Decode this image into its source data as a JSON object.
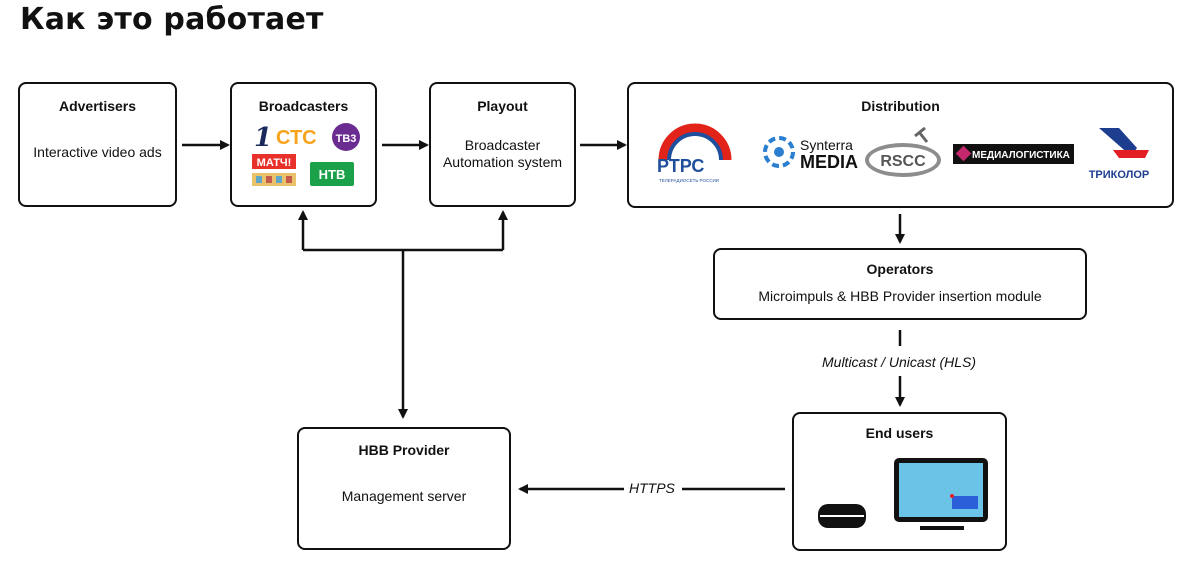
{
  "page": {
    "title": "Как это работает"
  },
  "boxes": {
    "advertisers": {
      "title": "Advertisers",
      "subtitle": "Interactive video ads"
    },
    "broadcasters": {
      "title": "Broadcasters"
    },
    "playout": {
      "title": "Playout",
      "subtitle_line1": "Broadcaster",
      "subtitle_line2": "Automation system"
    },
    "distribution": {
      "title": "Distribution"
    },
    "operators": {
      "title": "Operators",
      "subtitle": "Microimpuls & HBB Provider insertion module"
    },
    "hbb_provider": {
      "title": "HBB Provider",
      "subtitle": "Management server"
    },
    "end_users": {
      "title": "End users"
    }
  },
  "edge_labels": {
    "multicast": "Multicast / Unicast (HLS)",
    "https": "HTTPS"
  },
  "broadcaster_logos": {
    "perviy": "1",
    "ctc": "СТС",
    "tv3": "ТВ3",
    "match": "МАТЧ!",
    "ntv": "НТВ"
  },
  "distribution_logos": {
    "rtrs": "РТРС",
    "rtrs_tagline": "ТЕЛЕРАДИОСЕТЬ РОССИИ",
    "synterra_line1": "Synterra",
    "synterra_line2": "MEDIA",
    "rscc": "RSCC",
    "medialogistika": "МЕДИАЛОГИСТИКА",
    "tricolor": "ТРИКОЛОР"
  },
  "colors": {
    "line": "#111111",
    "ctc_orange": "#f7a31c",
    "tv3_purple": "#6a2c91",
    "match_red": "#e8312b",
    "ntv_green": "#1aa14a",
    "rtrs_blue": "#1f4e9c",
    "rtrs_red": "#e2231a",
    "synterra_blue": "#2a7fd1",
    "tricolor_blue": "#1d3d8f",
    "tricolor_red": "#e31e24",
    "screen_blue": "#6cc3e8",
    "screen_tag_blue": "#2b5fd9"
  }
}
